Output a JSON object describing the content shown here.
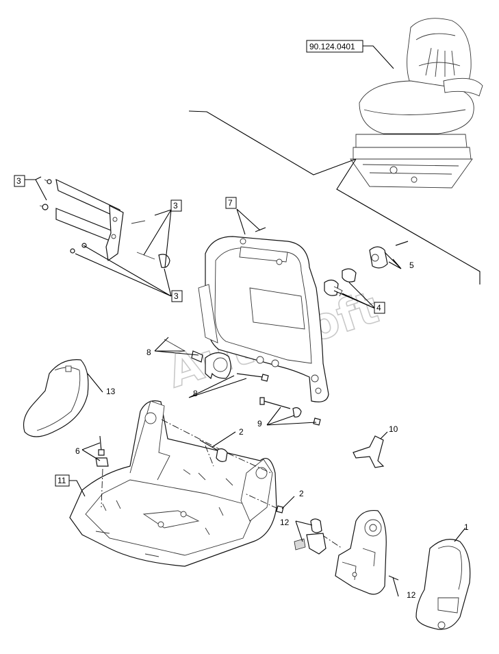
{
  "reference": "90.124.0401",
  "watermark": "AutoSoft",
  "labels": {
    "l1": "1",
    "l2a": "2",
    "l2b": "2",
    "l3a": "3",
    "l3b": "3",
    "l3c": "3",
    "l4": "4",
    "l5": "5",
    "l6": "6",
    "l7": "7",
    "l8a": "8",
    "l8b": "8",
    "l9": "9",
    "l10": "10",
    "l11": "11",
    "l12a": "12",
    "l12b": "12",
    "l13": "13"
  }
}
